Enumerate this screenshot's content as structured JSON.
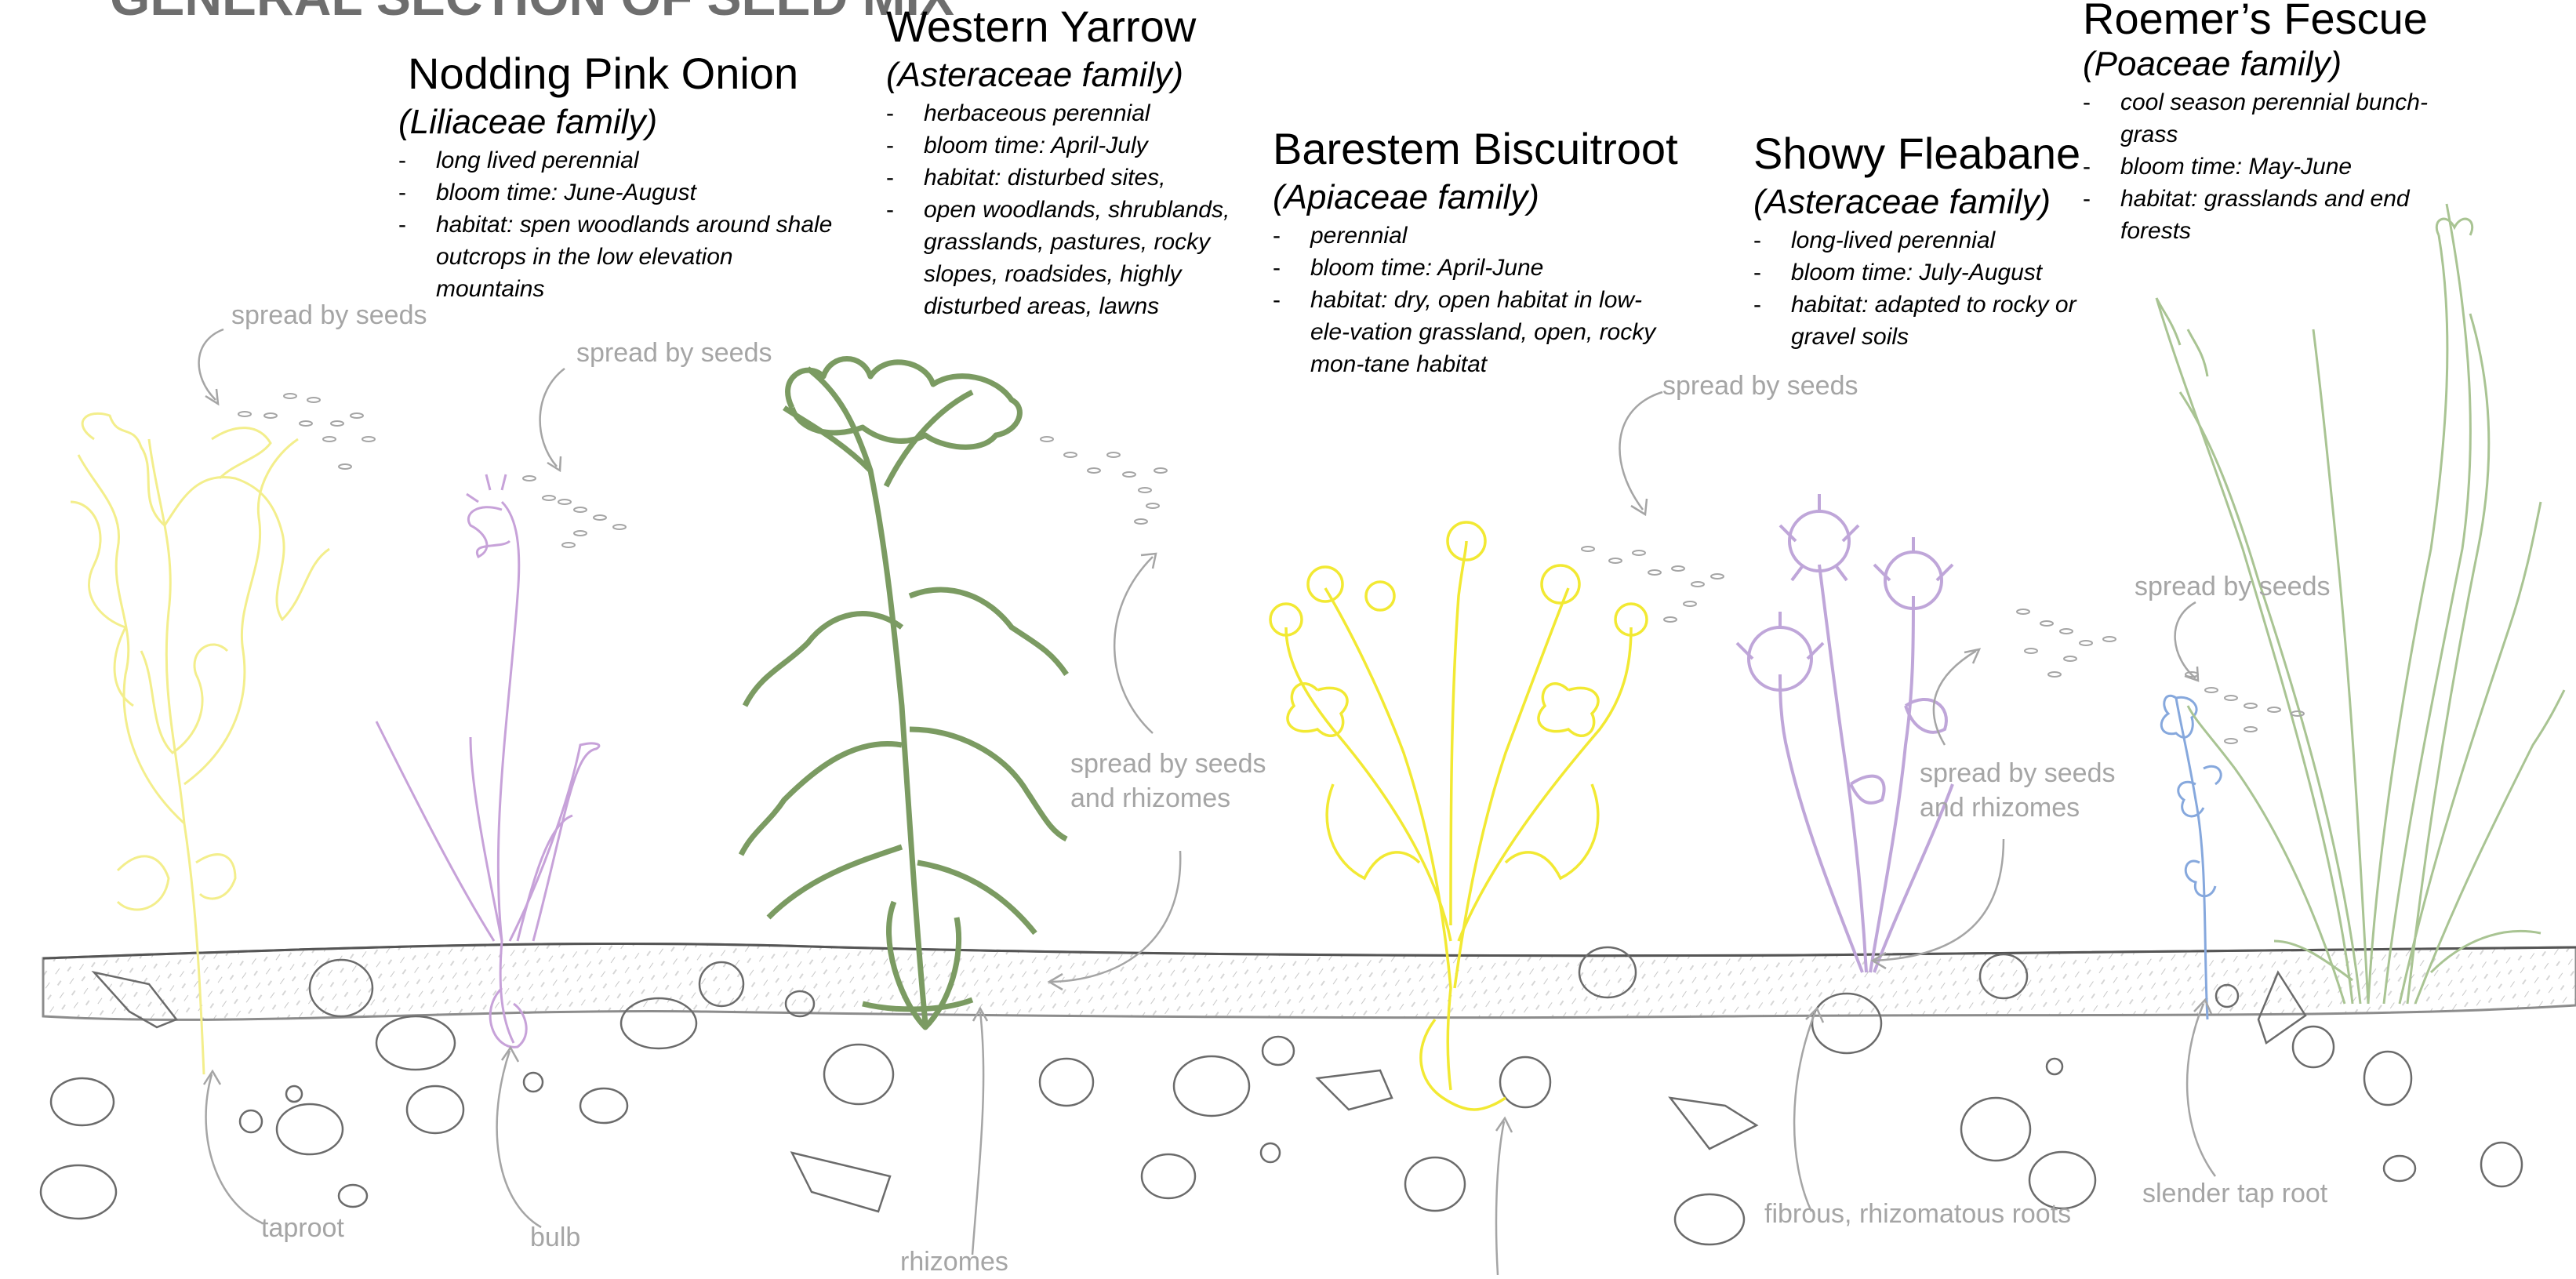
{
  "title": "GENERAL SECTION OF SEED MIX",
  "colors": {
    "ground_line": "#555555",
    "stone": "#6b6b6b",
    "annotation": "#a5a5a5",
    "onion": "#c7a2d9",
    "yarrow": "#7b9b62",
    "biscuitroot": "#f2e933",
    "fleabane": "#bfa6d9",
    "fescue": "#a9c493",
    "taproot_plant": "#f3ee8c",
    "blue_plant": "#86a8dd"
  },
  "plants": [
    {
      "name": "Nodding Pink Onion",
      "family": "(Liliaceae family)",
      "facts": [
        "long lived perennial",
        "bloom time: June-August",
        "habitat: spen woodlands around shale outcrops in the low elevation mountains"
      ]
    },
    {
      "name": "Western Yarrow",
      "family": "(Asteraceae family)",
      "facts": [
        "herbaceous perennial",
        "bloom time: April-July",
        "habitat: disturbed sites,",
        "open woodlands, shrublands, grasslands, pastures, rocky slopes, roadsides, highly disturbed areas, lawns"
      ]
    },
    {
      "name": "Barestem Biscuitroot",
      "family": "(Apiaceae family)",
      "facts": [
        "perennial",
        "bloom time: April-June",
        "habitat: dry, open habitat in low-ele-vation grassland, open, rocky mon-tane habitat"
      ]
    },
    {
      "name": "Showy Fleabane",
      "family": "(Asteraceae family)",
      "facts": [
        "long-lived perennial",
        "bloom time: July-August",
        "habitat: adapted to rocky or gravel soils"
      ]
    },
    {
      "name": "Roemer’s Fescue",
      "family": "(Poaceae family)",
      "facts": [
        "cool season perennial bunch-grass",
        "bloom time: May-June",
        "habitat: grasslands and end forests"
      ]
    }
  ],
  "annotations": {
    "seeds_1": "spread by seeds",
    "seeds_2": "spread by seeds",
    "seeds_rhizomes_1": "spread by seeds and rhizomes",
    "seeds_3": "spread by seeds",
    "seeds_rhizomes_2": "spread by seeds and rhizomes",
    "seeds_4": "spread by seeds",
    "taproot": "taproot",
    "bulb": "bulb",
    "rhizomes": "rhizomes",
    "fibrous": "fibrous, rhizomatous roots",
    "slender": "slender tap root"
  }
}
